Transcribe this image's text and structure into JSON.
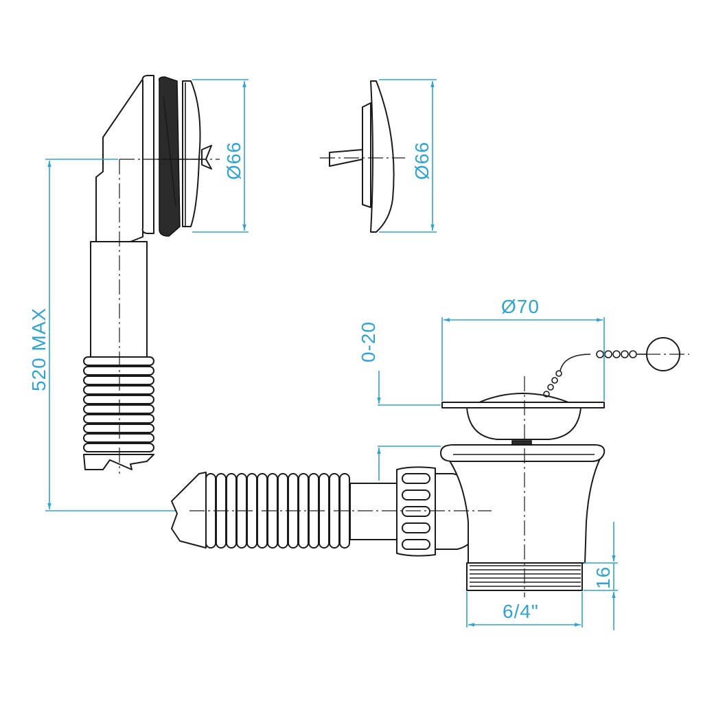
{
  "diagram": {
    "colors": {
      "line": "#1a1a1a",
      "dimension": "#2ea3d6",
      "background": "#ffffff"
    },
    "dimensions": {
      "overflow_diameter": "Ø66",
      "cover_diameter": "Ø66",
      "max_length": "520 MAX",
      "plug_range": "0-20",
      "waste_diameter": "Ø70",
      "thread_size": "6/4\"",
      "thread_length": "16"
    }
  }
}
